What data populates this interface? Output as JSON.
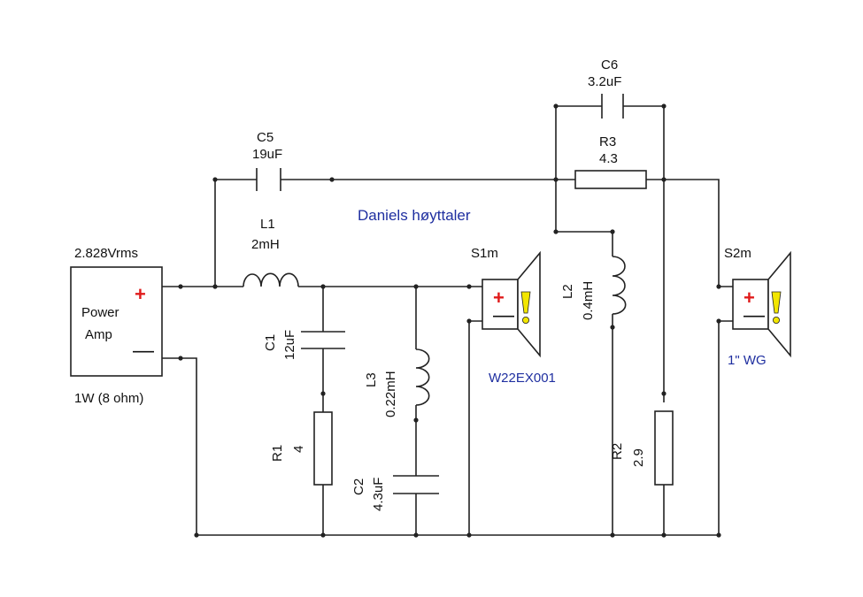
{
  "title": "Daniels høyttaler",
  "colors": {
    "title": "#1f2fa0",
    "plus": "#e01b1b",
    "warn": "#f2e600",
    "wire": "#222222"
  },
  "source": {
    "voltage": "2.828Vrms",
    "name_line1": "Power",
    "name_line2": "Amp",
    "power": "1W (8 ohm)",
    "plus": "+",
    "minus": "—"
  },
  "components": {
    "C5": {
      "name": "C5",
      "value": "19uF"
    },
    "L1": {
      "name": "L1",
      "value": "2mH"
    },
    "C1": {
      "name": "C1",
      "value": "12uF"
    },
    "R1": {
      "name": "R1",
      "value": "4"
    },
    "L3": {
      "name": "L3",
      "value": "0.22mH"
    },
    "C2": {
      "name": "C2",
      "value": "4.3uF"
    },
    "C6": {
      "name": "C6",
      "value": "3.2uF"
    },
    "R3": {
      "name": "R3",
      "value": "4.3"
    },
    "L2": {
      "name": "L2",
      "value": "0.4mH"
    },
    "R2": {
      "name": "R2",
      "value": "2.9"
    }
  },
  "drivers": {
    "S1": {
      "name": "S1m",
      "model": "W22EX001",
      "plus": "+",
      "minus": "—"
    },
    "S2": {
      "name": "S2m",
      "model": "1\" WG",
      "plus": "+",
      "minus": "—"
    }
  }
}
